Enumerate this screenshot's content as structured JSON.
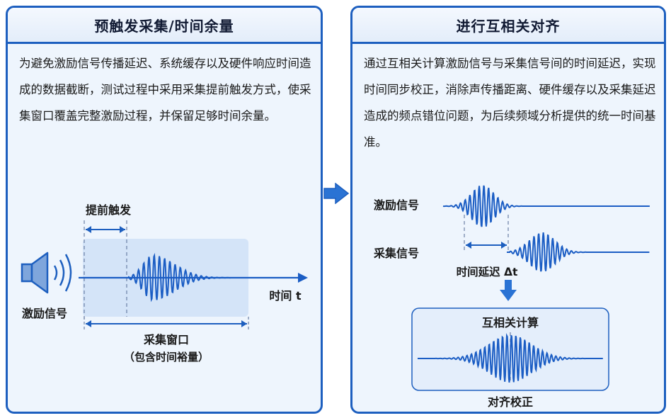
{
  "left": {
    "title": "预触发采集/时间余量",
    "body": "为避免激励信号传播延迟、系统缓存以及硬件响应时间造成的数据截断，测试过程中采用采集提前触发方式，使采集窗口覆盖完整激励过程，并保留足够时间余量。",
    "pretrigger_label": "提前触发",
    "source_label": "激励信号",
    "time_label": "时间 t",
    "window_label": "采集窗口",
    "window_sublabel": "（包含时间裕量）"
  },
  "right": {
    "title": "进行互相关对齐",
    "body": "通过互相关计算激励信号与采集信号间的时间延迟，实现时间同步校正，消除声传播距离、硬件缓存以及采集延迟造成的频点错位问题，为后续频域分析提供的统一时间基准。",
    "excitation_label": "激励信号",
    "acquired_label": "采集信号",
    "delay_label": "时间延迟 Δt",
    "xcorr_title": "互相关计算",
    "aligned_label": "对齐校正"
  },
  "colors": {
    "accent": "#1d5fbf",
    "panel_bg": "#eef5fd",
    "wave": "#1b5dc4"
  },
  "icons": {
    "speaker": "speaker-icon",
    "down_arrow": "down-arrow-icon",
    "right_arrow": "right-arrow-icon"
  }
}
